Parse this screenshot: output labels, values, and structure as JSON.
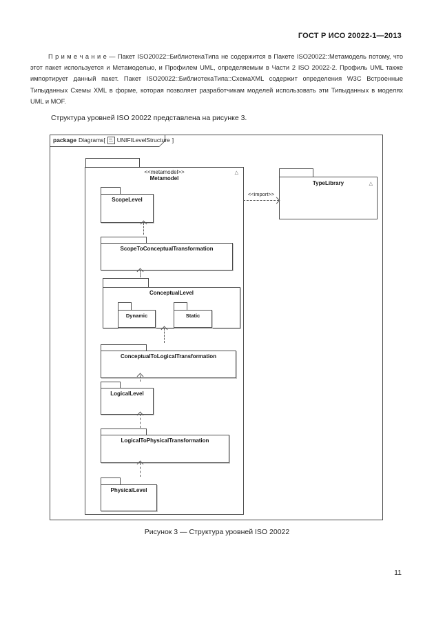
{
  "page": {
    "header_title": "ГОСТ Р ИСО 20022-1—2013",
    "page_number": "11"
  },
  "content": {
    "note": "П р и м е ч а н и е —  Пакет ISO20022::БиблиотекаТипа не содержится в Пакете ISO20022::Метамодель потому, что этот пакет используется и Метамоделью, и Профилем UML, определяемым в Части 2 ISO 20022-2. Профиль UML также импортирует данный пакет. Пакет ISO20022::БиблиотекаТипа::СхемаXML содержит определения W3C Встроенные Типыданных Схемы XML в форме, которая позволяет разработчикам моделей использовать эти Типыданных в моделях UML и MOF.",
    "intro": "Структура уровней ISO 20022 представлена на рисунке 3."
  },
  "figure": {
    "frame": {
      "keyword": "package",
      "kind": "Diagrams[",
      "name": "UNIFILevelStructure",
      "close": "]"
    },
    "caption": "Рисунок 3 — Структура уровней ISO 20022"
  },
  "diagram": {
    "icons": {
      "expand_marker": "△"
    },
    "metamodel": {
      "stereotype": "<<metamodel>>",
      "label": "Metamodel"
    },
    "type_library": {
      "label": "TypeLibrary"
    },
    "import_edge": {
      "label": "<<import>>"
    },
    "packages": {
      "scope_level": "ScopeLevel",
      "scope_to_conceptual": "ScopeToConceptualTransformation",
      "conceptual_level": "ConceptualLevel",
      "dynamic": "Dynamic",
      "static": "Static",
      "conceptual_to_logical": "ConceptualToLogicalTransformation",
      "logical_level": "LogicalLevel",
      "logical_to_physical": "LogicalToPhysicalTransformation",
      "physical_level": "PhysicalLevel"
    }
  }
}
